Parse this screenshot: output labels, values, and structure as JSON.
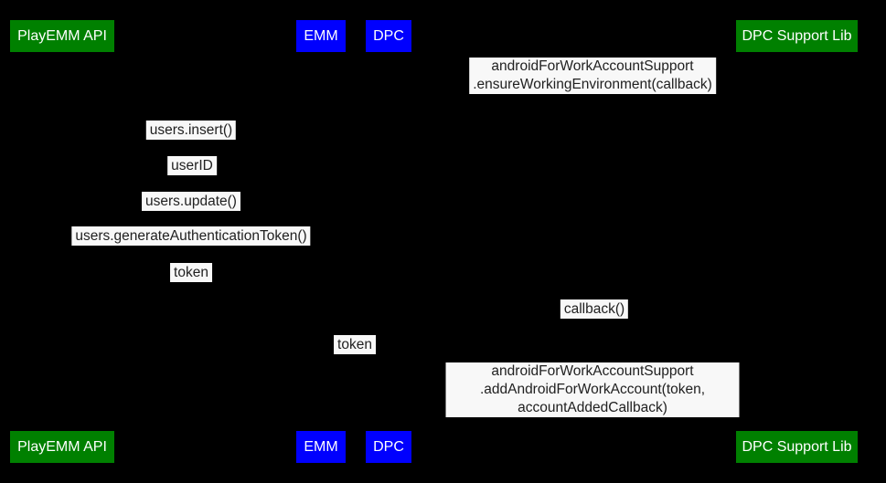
{
  "actors": [
    {
      "label": "PlayEMM API",
      "color": "#008000"
    },
    {
      "label": "EMM",
      "color": "#0000FE"
    },
    {
      "label": "DPC",
      "color": "#0000FE"
    },
    {
      "label": "DPC Support Lib",
      "color": "#008000"
    }
  ],
  "messages": [
    {
      "text": "androidForWorkAccountSupport\n.ensureWorkingEnvironment(callback)"
    },
    {
      "text": "users.insert()"
    },
    {
      "text": "userID"
    },
    {
      "text": "users.update()"
    },
    {
      "text": "users.generateAuthenticationToken()"
    },
    {
      "text": "token"
    },
    {
      "text": "callback()"
    },
    {
      "text": "token"
    },
    {
      "text": "androidForWorkAccountSupport\n.addAndroidForWorkAccount(token, accountAddedCallback)"
    }
  ],
  "colors": {
    "background": "#000000",
    "actor_green": "#008000",
    "actor_blue": "#0000FE",
    "actor_text": "#FFFFFF",
    "message_background": "#F8F8F8",
    "message_text": "#212121"
  }
}
